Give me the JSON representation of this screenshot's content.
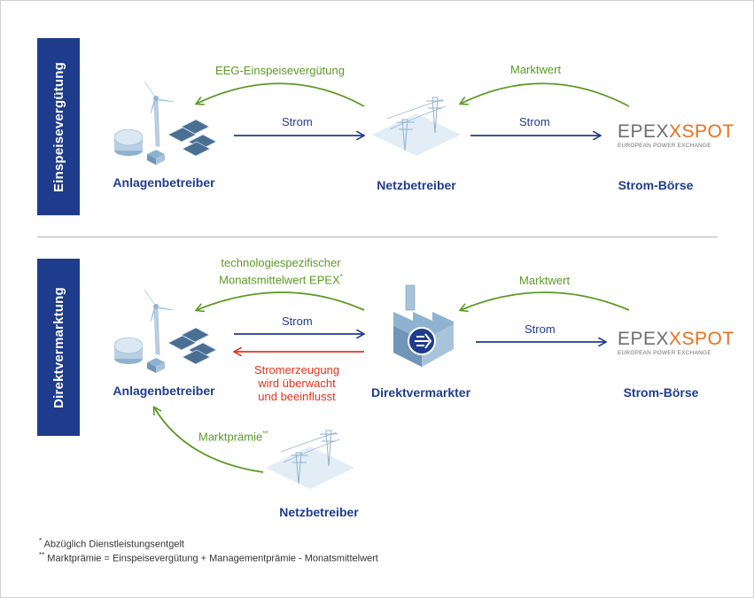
{
  "section1": {
    "band_label": "Einspeisevergütung",
    "arrow_eeg": "EEG-Einspeisevergütung",
    "arrow_marktwert": "Marktwert",
    "arrow_strom_1": "Strom",
    "arrow_strom_2": "Strom",
    "actor_anlagenbetreiber": "Anlagenbetreiber",
    "actor_netzbetreiber": "Netzbetreiber",
    "actor_boerse": "Strom-Börse"
  },
  "section2": {
    "band_label": "Direktvermarktung",
    "arrow_tech_line1": "technologiespezifischer",
    "arrow_tech_line2": "Monatsmittelwert EPEX",
    "arrow_tech_mark": "*",
    "arrow_marktwert": "Marktwert",
    "arrow_strom_1": "Strom",
    "arrow_strom_2": "Strom",
    "red_line1": "Stromerzeugung",
    "red_line2": "wird überwacht",
    "red_line3": "und beeinflusst",
    "arrow_marktpraemie": "Marktprämie",
    "arrow_marktpraemie_mark": "**",
    "actor_anlagenbetreiber": "Anlagenbetreiber",
    "actor_direktvermarkter": "Direktvermarkter",
    "actor_boerse": "Strom-Börse",
    "actor_netzbetreiber": "Netzbetreiber"
  },
  "logo": {
    "epex": "EPEX",
    "x": "X",
    "spot": "SPOT",
    "subtitle": "EUROPEAN POWER EXCHANGE"
  },
  "footnotes": {
    "note1_mark": "*",
    "note1_text": " Abzüglich Dienstleistungsentgelt",
    "note2_mark": "**",
    "note2_text": " Marktprämie = Einspeisevergütung + Managementprämie - Monatsmittelwert"
  },
  "colors": {
    "blue": "#1f3c8c",
    "green": "#5a9a25",
    "red": "#e2321c",
    "orange": "#e8701a",
    "icon_light": "#cfe0ef",
    "icon_mid": "#8fb2d0",
    "icon_dark": "#4a6f93"
  },
  "icons": [
    "wind-turbine-icon",
    "solar-panel-icon",
    "biogas-tank-icon",
    "power-pylon-icon",
    "factory-icon"
  ]
}
